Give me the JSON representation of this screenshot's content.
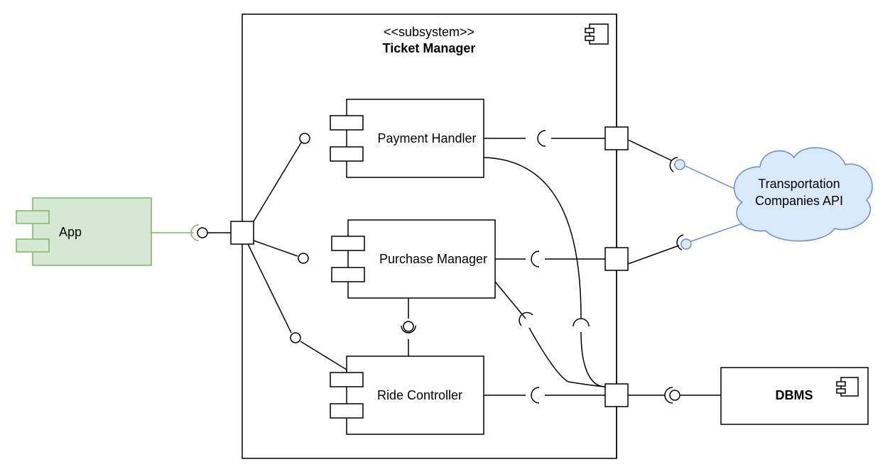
{
  "subsystem": {
    "stereotype": "<<subsystem>>",
    "name": "Ticket Manager"
  },
  "components": {
    "payment_handler": "Payment Handler",
    "purchase_manager": "Purchase Manager",
    "ride_controller": "Ride Controller",
    "app": "App",
    "dbms": "DBMS"
  },
  "cloud": {
    "line1": "Transportation",
    "line2": "Companies API"
  },
  "colors": {
    "app_fill": "#d5e8d4",
    "app_stroke": "#82b366",
    "cloud_fill": "#dae8fc",
    "cloud_stroke": "#6c8ebf",
    "line": "#000000"
  },
  "icons": [
    "component-icon"
  ]
}
